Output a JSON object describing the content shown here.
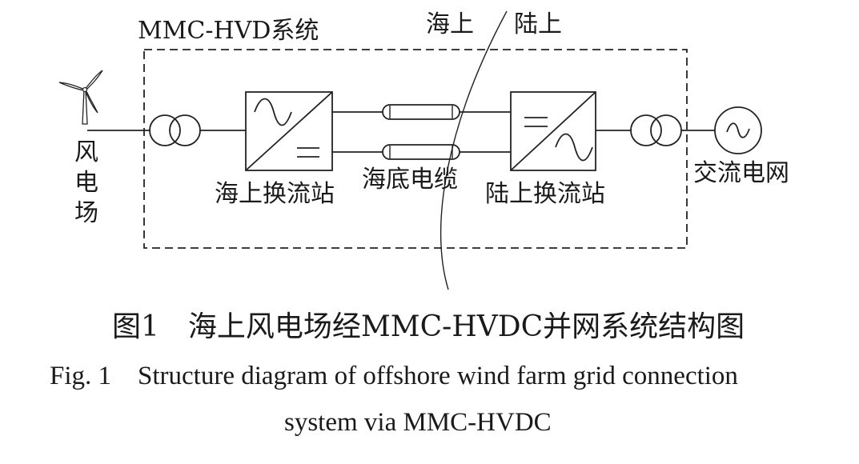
{
  "diagram": {
    "system_label": "MMC-HVD系统",
    "offshore_label": "海上",
    "onshore_label": "陆上",
    "wind_farm_label": [
      "风",
      "电",
      "场"
    ],
    "offshore_station_label": "海上换流站",
    "cable_label": "海底电缆",
    "onshore_station_label": "陆上换流站",
    "grid_label": "交流电网"
  },
  "caption": {
    "cn": "图1　海上风电场经MMC-HVDC并网系统结构图",
    "en_line1": "Fig. 1　Structure diagram of offshore wind farm grid connection",
    "en_line2": "system via MMC-HVDC"
  }
}
